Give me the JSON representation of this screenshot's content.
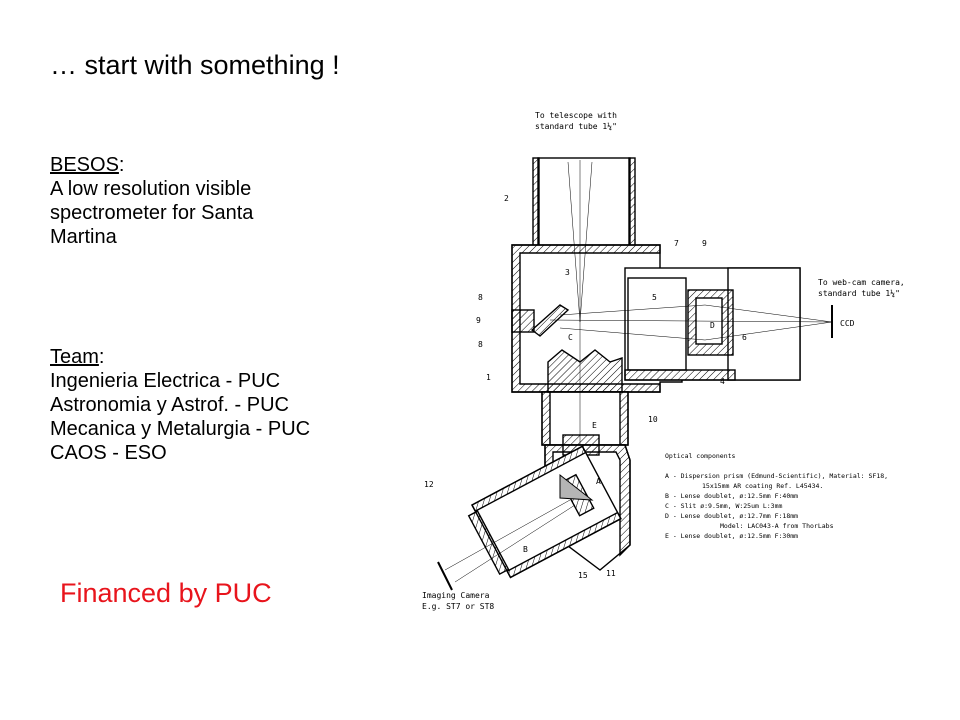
{
  "title": "… start with something !",
  "besos": {
    "heading": "BESOS",
    "colon": ":",
    "lines": [
      "A low resolution visible",
      "spectrometer for Santa",
      "Martina"
    ]
  },
  "team": {
    "heading": "Team",
    "colon": ":",
    "members": [
      "Ingenieria Electrica - PUC",
      "Astronomia y Astrof. - PUC",
      "Mecanica y Metalurgia - PUC",
      "CAOS - ESO"
    ]
  },
  "financed": "Financed by PUC",
  "colors": {
    "financed": "#e8141c",
    "prism": "#b5b5b5"
  },
  "diagram": {
    "to_telescope": [
      "To telescope with",
      "standard tube 1¼\""
    ],
    "to_webcam": [
      "To web-cam camera,",
      "standard tube 1¼\""
    ],
    "imaging_camera": [
      "Imaging Camera",
      "E.g. ST7 or ST8"
    ],
    "ccd": "CCD",
    "part_numbers": [
      "2",
      "7",
      "9",
      "3",
      "8",
      "9",
      "8",
      "1",
      "5",
      "6",
      "4",
      "10",
      "12",
      "15",
      "11"
    ],
    "part_letters": [
      "C",
      "D",
      "E",
      "A",
      "B"
    ],
    "table_title": "Optical components",
    "table_rows": [
      "A - Dispersion prism (Edmund-Scientific), Material: SF18,",
      "15x15mm AR coating Ref. L45434.",
      "B - Lense doublet, ø:12.5mm F:40mm",
      "C - Slit ø:9.5mm, W:25um L:3mm",
      "D - Lense doublet, ø:12.7mm F:18mm",
      "Model: LAC043-A from ThorLabs",
      "E - Lense doublet, ø:12.5mm F:30mm"
    ]
  }
}
